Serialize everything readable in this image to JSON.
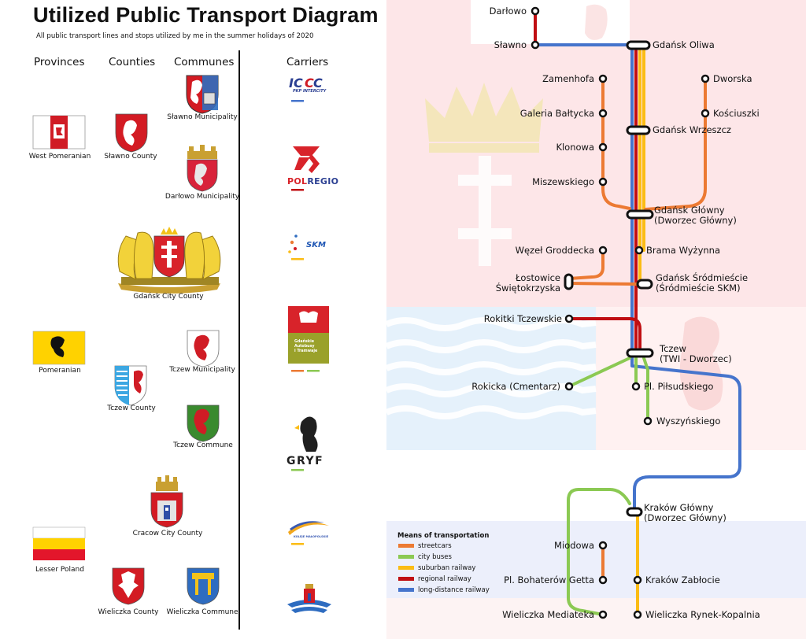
{
  "title": "Utilized Public Transport Diagram",
  "subtitle": "All public transport lines and stops utilized by me in the summer holidays of 2020",
  "headers": {
    "provinces": "Provinces",
    "counties": "Counties",
    "communes": "Communes",
    "carriers": "Carriers"
  },
  "provinces": [
    "West Pomeranian",
    "Pomeranian",
    "Lesser Poland"
  ],
  "counties": [
    "Sławno County",
    "Gdańsk City County",
    "Tczew County",
    "Cracow City County",
    "Wieliczka County"
  ],
  "communes": [
    "Sławno Municipality",
    "Darłowo Municipality",
    "Tczew Municipality",
    "Tczew Commune",
    "Wieliczka Commune"
  ],
  "carriers": {
    "intercity": "PKP INTERCITY",
    "polregio_pol": "POL",
    "polregio_regio": "REGIO",
    "skm": "SKM",
    "gait": [
      "Gdańskie",
      "Autobusy",
      "i Tramwaje"
    ],
    "gryf": "GRYF",
    "koleje": "KOLEJE MAŁOPOLSKIE"
  },
  "stations": {
    "darlowo": "Darłowo",
    "slawno": "Sławno",
    "gdansk_oliwa": "Gdańsk Oliwa",
    "zamenhofa": "Zamenhofa",
    "dworska": "Dworska",
    "galeria": "Galeria Bałtycka",
    "kosciuszki": "Kościuszki",
    "wrzeszcz": "Gdańsk Wrzeszcz",
    "klonowa": "Klonowa",
    "miszewskiego": "Miszewskiego",
    "glowny_1": "Gdańsk Główny",
    "glowny_2": "(Dworzec Główny)",
    "wezel": "Węzeł Groddecka",
    "brama": "Brama Wyżynna",
    "lostowice_1": "Łostowice",
    "lostowice_2": "Świętokrzyska",
    "srodmiescie_1": "Gdańsk Śródmieście",
    "srodmiescie_2": "(Śródmieście SKM)",
    "rokitki": "Rokitki Tczewskie",
    "tczew_1": "Tczew",
    "tczew_2": "(TWI - Dworzec)",
    "rokicka": "Rokicka (Cmentarz)",
    "pilsudskiego": "Pl. Piłsudskiego",
    "wyszynskiego": "Wyszyńskiego",
    "krakow_1": "Kraków Główny",
    "krakow_2": "(Dworzec Główny)",
    "miodowa": "Miodowa",
    "bohaterow": "Pl. Bohaterów Getta",
    "zablocie": "Kraków Zabłocie",
    "mediateka": "Wieliczka Mediateka",
    "rynek": "Wieliczka Rynek-Kopalnia"
  },
  "legend": {
    "title": "Means of transportation",
    "items": [
      {
        "label": "streetcars",
        "color": "#ec7a33"
      },
      {
        "label": "city buses",
        "color": "#8bc953"
      },
      {
        "label": "suburban railway",
        "color": "#fbbc14"
      },
      {
        "label": "regional railway",
        "color": "#c00e12"
      },
      {
        "label": "long-distance railway",
        "color": "#4574cc"
      }
    ]
  },
  "colors": {
    "streetcars": "#ec7a33",
    "city_buses": "#8bc953",
    "suburban": "#fbbc14",
    "regional": "#c00e12",
    "long_distance": "#4574cc"
  }
}
